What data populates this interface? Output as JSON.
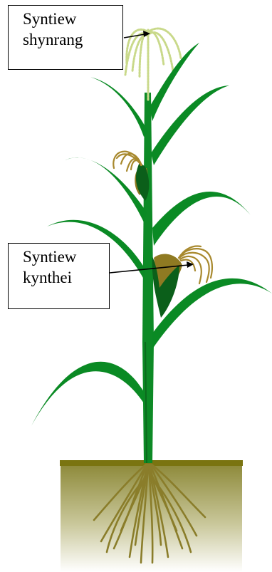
{
  "labels": {
    "tassel": {
      "line1": "Syntiew",
      "line2": "shynrang"
    },
    "ear_silk": {
      "line1": "Syntiew",
      "line2": "kynthei"
    }
  },
  "colors": {
    "leaf": "#0a8a24",
    "leaf_dark": "#0b5f1a",
    "stem": "#0d8a26",
    "tassel": "#c9d98a",
    "silk": "#a8892e",
    "husk_tan": "#8f7a22",
    "soil_top": "#7a7410",
    "soil_fade": "#ffffff",
    "roots": "#8a7d2a"
  }
}
